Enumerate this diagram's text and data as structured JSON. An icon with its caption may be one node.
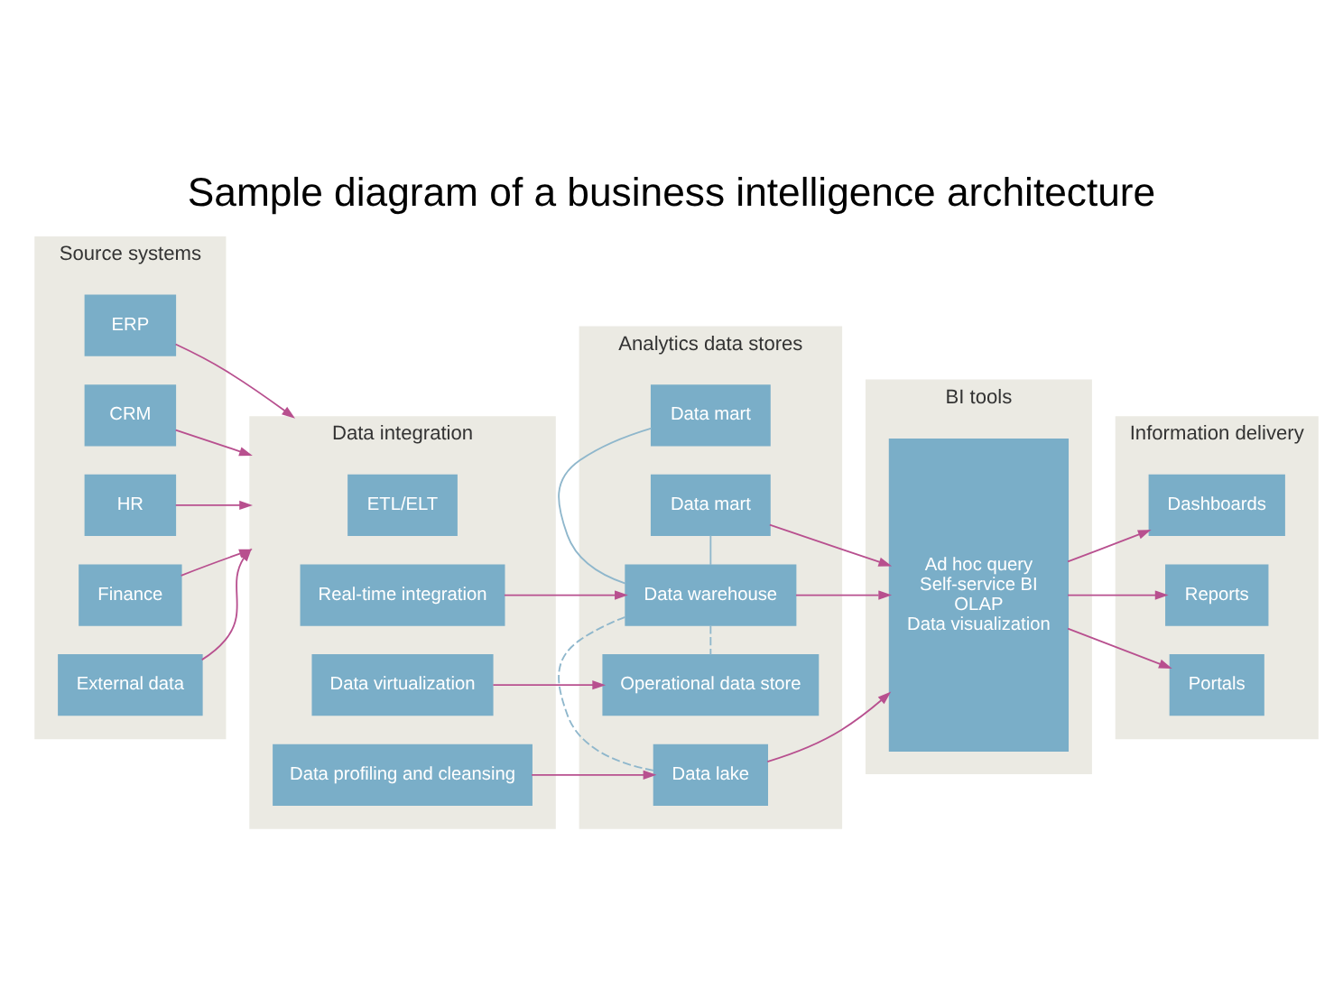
{
  "diagram": {
    "title": "Sample diagram of a business intelligence architecture",
    "nodes": [
      {
        "text": [
          "Source systems"
        ]
      },
      {
        "text": [
          "ERP"
        ],
        "in": 0
      },
      {
        "text": [
          "CRM"
        ],
        "in": 0
      },
      {
        "text": [
          "HR"
        ],
        "in": 0
      },
      {
        "text": [
          "Finance"
        ],
        "in": 0
      },
      {
        "text": [
          "External data"
        ],
        "in": 0
      },
      {
        "text": [
          "Data integration"
        ]
      },
      {
        "text": [
          "ETL/ELT"
        ],
        "in": 6
      },
      {
        "text": [
          "Real-time integration"
        ],
        "in": 6
      },
      {
        "text": [
          "Data virtualization"
        ],
        "in": 6
      },
      {
        "text": [
          "Data profiling and cleansing"
        ],
        "in": 6
      },
      {
        "text": [
          "Analytics data stores"
        ]
      },
      {
        "text": [
          "Data mart"
        ],
        "in": 11
      },
      {
        "text": [
          "Data mart"
        ],
        "in": 11
      },
      {
        "text": [
          "Data warehouse"
        ],
        "in": 11
      },
      {
        "text": [
          "Operational data store"
        ],
        "in": 11
      },
      {
        "text": [
          "Data lake"
        ],
        "in": 11
      },
      {
        "text": [
          "BI tools"
        ]
      },
      {
        "text": [
          "Ad hoc query",
          "Self-service BI",
          "OLAP",
          "Data visualization"
        ],
        "in": 17
      },
      {
        "text": [
          "Information delivery"
        ]
      },
      {
        "text": [
          "Dashboards"
        ],
        "in": 19
      },
      {
        "text": [
          "Reports"
        ],
        "in": 19
      },
      {
        "text": [
          "Portals"
        ],
        "in": 19
      }
    ],
    "edges": [
      {
        "from": 1,
        "to": 6,
        "arrow": "to"
      },
      {
        "from": 2,
        "to": 6,
        "arrow": "to"
      },
      {
        "from": 3,
        "to": 6,
        "arrow": "to"
      },
      {
        "from": 4,
        "to": 6,
        "arrow": "to"
      },
      {
        "from": 5,
        "to": 6,
        "arrow": "to"
      },
      {
        "from": 8,
        "to": 14,
        "arrow": "to"
      },
      {
        "from": 9,
        "to": 15,
        "arrow": "to"
      },
      {
        "from": 10,
        "to": 16,
        "arrow": "to"
      },
      {
        "from": 12,
        "to": 14,
        "arrow": "none",
        "color": "#8fb7cc"
      },
      {
        "from": 13,
        "to": 14,
        "arrow": "none",
        "color": "#8fb7cc"
      },
      {
        "from": 14,
        "to": 15,
        "arrow": "none",
        "style": "dashed",
        "color": "#8fb7cc"
      },
      {
        "from": 14,
        "to": 16,
        "arrow": "none",
        "style": "dashed",
        "color": "#8fb7cc"
      },
      {
        "from": 13,
        "to": 18,
        "arrow": "to"
      },
      {
        "from": 14,
        "to": 18,
        "arrow": "to"
      },
      {
        "from": 16,
        "to": 18,
        "arrow": "to"
      },
      {
        "from": 18,
        "to": 20,
        "arrow": "to"
      },
      {
        "from": 18,
        "to": 21,
        "arrow": "to"
      },
      {
        "from": 18,
        "to": 22,
        "arrow": "to"
      }
    ]
  }
}
